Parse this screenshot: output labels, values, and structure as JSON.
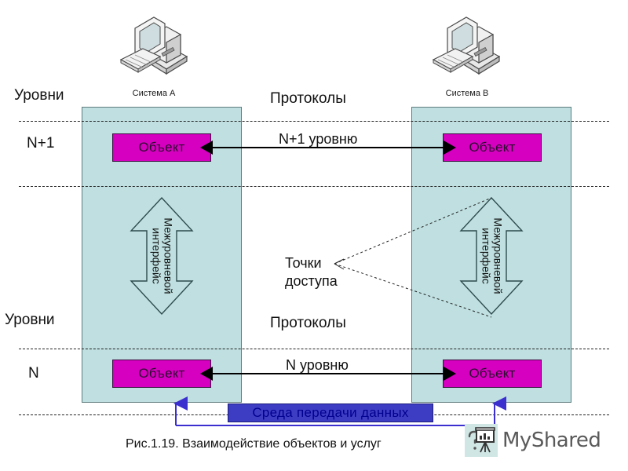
{
  "figure": {
    "caption": "Рис.1.19. Взаимодействие объектов и услуг"
  },
  "systems": [
    {
      "id": "a",
      "icon": "desktop-computer-icon",
      "label": "Система A"
    },
    {
      "id": "b",
      "icon": "desktop-computer-icon",
      "label": "Система B"
    }
  ],
  "left_labels": {
    "levels_top": "Уровни",
    "level_n_plus_1": "N+1",
    "levels_bottom": "Уровни",
    "level_n": "N"
  },
  "center_labels": {
    "protocols_top": "Протоколы",
    "protocols_bottom": "Протоколы",
    "access_points": "Точки\nдоступа",
    "access_points_line1": "Точки",
    "access_points_line2": "доступа"
  },
  "objects": {
    "a_n_plus_1": "Объект",
    "b_n_plus_1": "Объект",
    "a_n": "Объект",
    "b_n": "Объект"
  },
  "protocol_arrows": [
    {
      "id": "n-plus-1",
      "label": "N+1 уровню"
    },
    {
      "id": "n",
      "label": "N уровню"
    }
  ],
  "interlayer_interface": {
    "line1": "Межуровневой",
    "line2": "интерфейс"
  },
  "media": {
    "label": "Среда передачи данных"
  },
  "watermark": {
    "text": "MyShared",
    "icon": "presentation-board-icon"
  },
  "colors": {
    "system_panel_fill": "#bfdfe0",
    "system_panel_stroke": "#5f7b7d",
    "object_fill": "#d600c0",
    "object_stroke": "#3b1040",
    "media_fill": "#3d3dc4",
    "media_stroke": "#1b1b7a",
    "media_text": "#00008f",
    "connector": "#3b2fd0",
    "layer_line": "#222222",
    "arrow": "#000000"
  }
}
